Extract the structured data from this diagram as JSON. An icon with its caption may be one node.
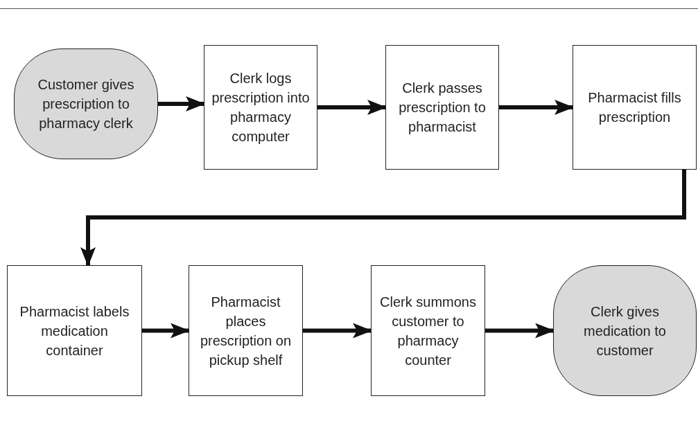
{
  "diagram": {
    "nodes": [
      {
        "text": [
          "Customer gives prescription to pharmacy clerk"
        ]
      },
      {
        "text": [
          "Clerk logs prescription into pharmacy computer"
        ]
      },
      {
        "text": [
          "Clerk passes prescription to pharmacist"
        ]
      },
      {
        "text": [
          "Pharmacist fills prescription"
        ]
      },
      {
        "text": [
          "Pharmacist labels medication container"
        ]
      },
      {
        "text": [
          "Pharmacist places prescription on pickup shelf"
        ]
      },
      {
        "text": [
          "Clerk summons customer to pharmacy counter"
        ]
      },
      {
        "text": [
          "Clerk gives medication to customer"
        ]
      }
    ],
    "edges": [
      {
        "from": 0,
        "to": 1,
        "arrow": "to"
      },
      {
        "from": 1,
        "to": 2,
        "arrow": "to"
      },
      {
        "from": 2,
        "to": 3,
        "arrow": "to"
      },
      {
        "from": 3,
        "to": 4,
        "arrow": "to"
      },
      {
        "from": 4,
        "to": 5,
        "arrow": "to"
      },
      {
        "from": 5,
        "to": 6,
        "arrow": "to"
      },
      {
        "from": 6,
        "to": 7,
        "arrow": "to"
      }
    ]
  }
}
